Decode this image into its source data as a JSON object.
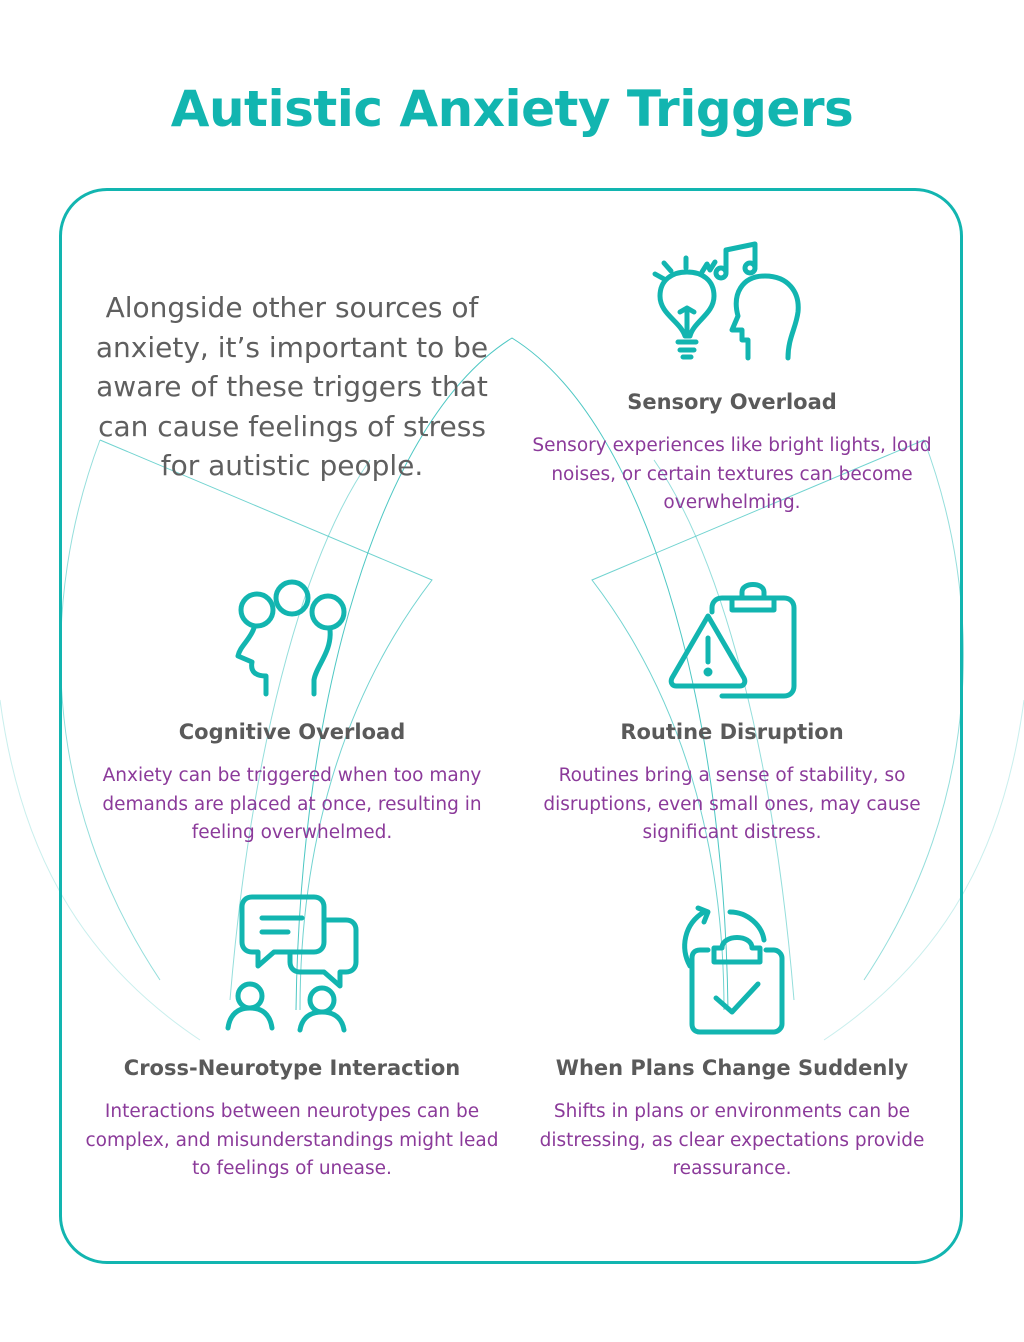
{
  "header": {
    "title": "Autistic Anxiety Triggers"
  },
  "intro": {
    "text": "Alongside other sources of anxiety, it’s important to be aware of these triggers that can cause feelings of stress for autistic people."
  },
  "colors": {
    "accent": "#12b5b0",
    "heading": "#5a5a5a",
    "body": "#8b3a9a",
    "intro": "#5f5f5f"
  },
  "triggers": [
    {
      "icon": "lightbulb-music-head-icon",
      "title": "Sensory Overload",
      "description": "Sensory experiences like bright lights, loud noises, or certain textures can become overwhelming."
    },
    {
      "icon": "head-thought-bubbles-icon",
      "title": "Cognitive Overload",
      "description": "Anxiety can be triggered when too many demands are placed at once, resulting in feeling overwhelmed."
    },
    {
      "icon": "warning-clipboard-icon",
      "title": "Routine Disruption",
      "description": "Routines bring a sense of stability, so disruptions, even small ones, may cause significant distress."
    },
    {
      "icon": "chat-people-icon",
      "title": "Cross-Neurotype Interaction",
      "description": "Interactions between neurotypes can be complex, and misunderstandings might lead to feelings of unease."
    },
    {
      "icon": "clipboard-refresh-check-icon",
      "title": "When Plans Change Suddenly",
      "description": "Shifts in plans or environments can be distressing, as clear expectations provide reassurance."
    }
  ]
}
